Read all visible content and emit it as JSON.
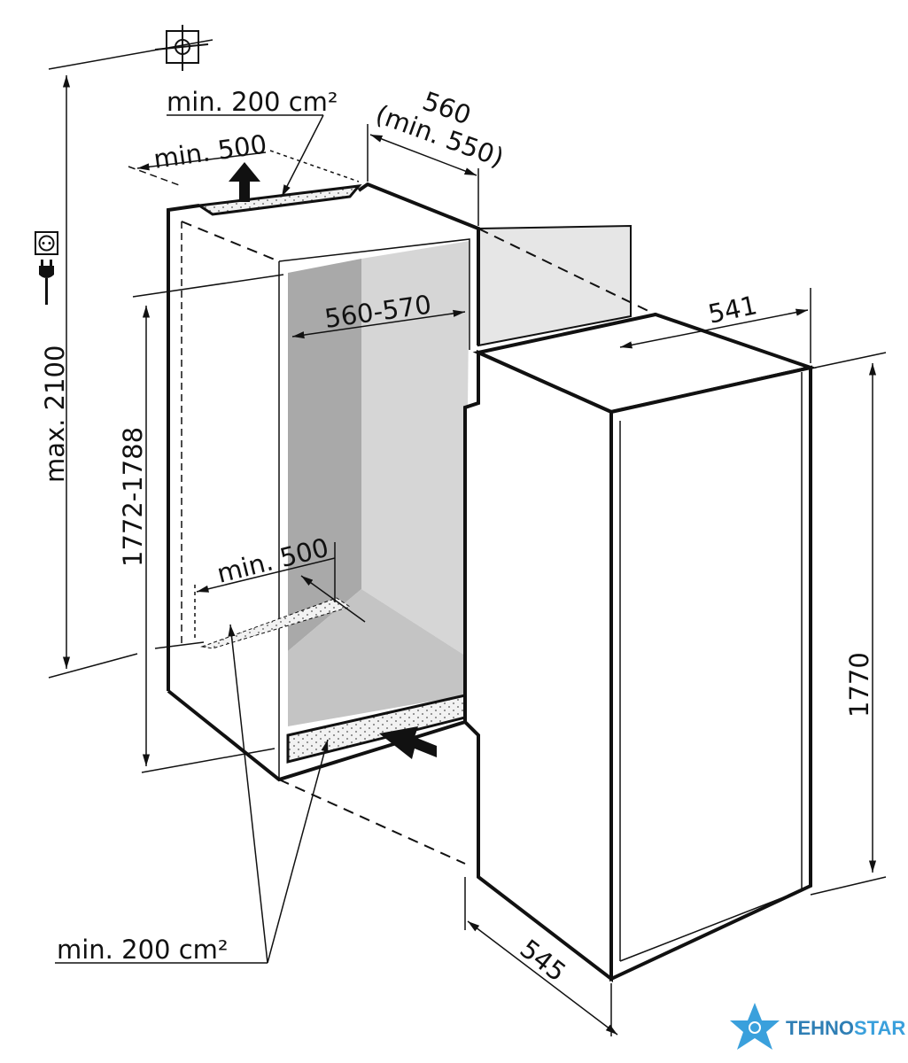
{
  "labels": {
    "vent_top_area": "min. 200 cm²",
    "vent_top_clearance": "min. 500",
    "depth_niche": "560",
    "depth_niche_min": "(min. 550)",
    "width_niche": "560-570",
    "height_max": "max. 2100",
    "height_niche": "1772-1788",
    "vent_bottom_clearance": "min. 500",
    "appliance_width": "541",
    "appliance_height": "1770",
    "appliance_depth": "545",
    "vent_bottom_area": "min. 200 cm²"
  },
  "logo": {
    "text_dark": "TEHNO",
    "text_light": "STAR"
  },
  "colors": {
    "line": "#111111",
    "back_wall": "#a9a9a9",
    "side_wall": "#d6d6d6",
    "floor": "#c4c4c4",
    "door_panel": "#e6e6e6",
    "logo_dark": "#2f7fb5",
    "logo_light": "#3aa0dc"
  }
}
